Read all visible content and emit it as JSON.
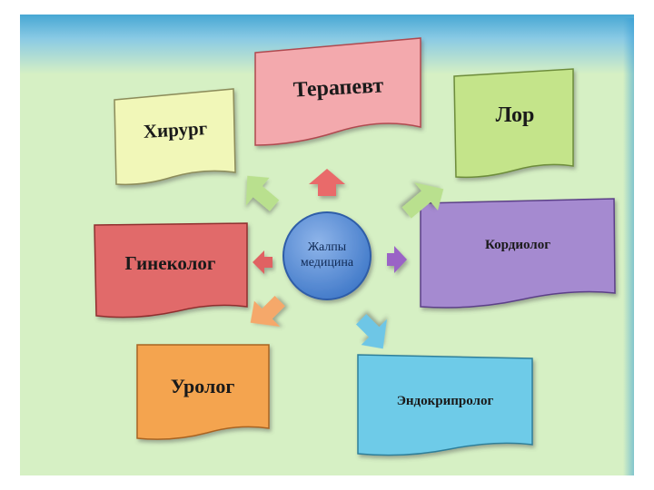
{
  "center": {
    "label": "Жалпы медицина",
    "color": "#5a8fd6"
  },
  "nodes": [
    {
      "id": "therapist",
      "label": "Терапевт",
      "color": "#f3a9ad"
    },
    {
      "id": "surgeon",
      "label": "Хирург",
      "color": "#f1f7b8"
    },
    {
      "id": "lor",
      "label": "Лор",
      "color": "#c4e48a"
    },
    {
      "id": "gynecologist",
      "label": "Гинеколог",
      "color": "#e16a6a"
    },
    {
      "id": "cardiologist",
      "label": "Кордиолог",
      "color": "#a58ad0"
    },
    {
      "id": "urologist",
      "label": "Уролог",
      "color": "#f4a44f"
    },
    {
      "id": "endocrinologist",
      "label": "Эндокрипролог",
      "color": "#6ecbe8"
    }
  ],
  "arrow_colors": {
    "up": "#e96a6a",
    "up-left": "#b9e08e",
    "up-right": "#b9e08e",
    "left": "#e06262",
    "right": "#9a63c6",
    "down-left": "#f5a86a",
    "down-right": "#6ec6e6"
  }
}
